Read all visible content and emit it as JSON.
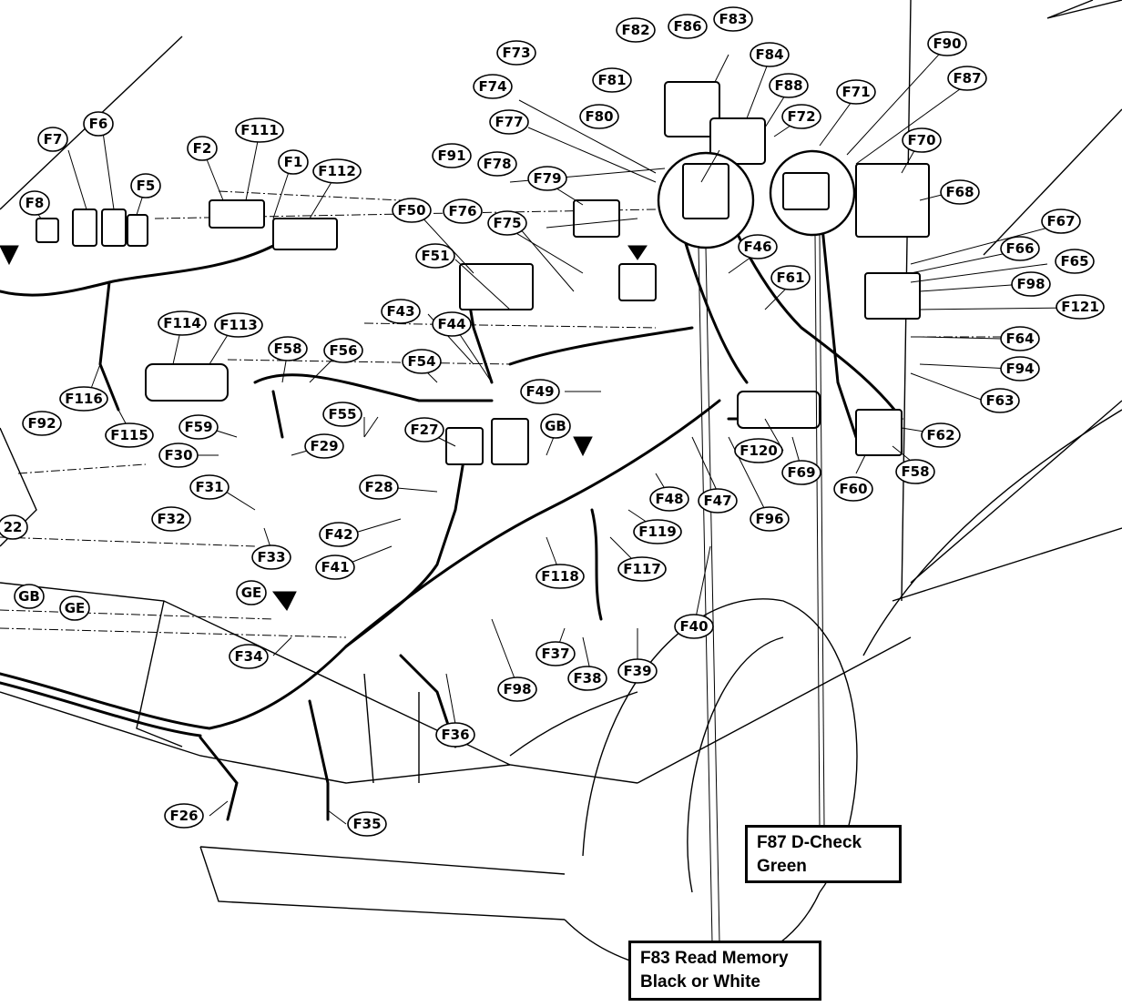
{
  "labels": {
    "F7": "F7",
    "F6": "F6",
    "F5": "F5",
    "F8": "F8",
    "F2": "F2",
    "F111": "F111",
    "F1": "F1",
    "F112": "F112",
    "F114": "F114",
    "F113": "F113",
    "F58": "F58",
    "F56": "F56",
    "F54": "F54",
    "F55": "F55",
    "F59": "F59",
    "F29": "F29",
    "F27": "F27",
    "F30": "F30",
    "F31": "F31",
    "F116": "F116",
    "F115": "F115",
    "F92": "F92",
    "F28": "F28",
    "F32": "F32",
    "F33": "F33",
    "F41": "F41",
    "F42": "F42",
    "F34": "F34",
    "F36": "F36",
    "F35": "F35",
    "F26": "F26",
    "F98a": "F98",
    "F37": "F37",
    "F38": "F38",
    "F39": "F39",
    "F40": "F40",
    "F118": "F118",
    "F117": "F117",
    "F119": "F119",
    "F48": "F48",
    "F47": "F47",
    "F96": "F96",
    "F120": "F120",
    "F69": "F69",
    "F60": "F60",
    "F58b": "F58",
    "F62": "F62",
    "F63": "F63",
    "F94": "F94",
    "F64": "F64",
    "F121": "F121",
    "F98b": "F98",
    "F65": "F65",
    "F66": "F66",
    "F67": "F67",
    "F68": "F68",
    "F70": "F70",
    "F87": "F87",
    "F90": "F90",
    "F71": "F71",
    "F72": "F72",
    "F88": "F88",
    "F84": "F84",
    "F83": "F83",
    "F86": "F86",
    "F82": "F82",
    "F81": "F81",
    "F80": "F80",
    "F73": "F73",
    "F74": "F74",
    "F77": "F77",
    "F78": "F78",
    "F79": "F79",
    "F91": "F91",
    "F76": "F76",
    "F75": "F75",
    "F50": "F50",
    "F51": "F51",
    "F43": "F43",
    "F44": "F44",
    "F46": "F46",
    "F61": "F61",
    "F49": "F49",
    "GB": "GB",
    "GB2": "GB",
    "GE": "GE",
    "GE2": "GE",
    "F22": "22"
  },
  "callouts": {
    "d_check": {
      "line1": "F87 D-Check",
      "line2": "Green"
    },
    "read_memory": {
      "line1": "F83 Read Memory",
      "line2": "Black or White"
    }
  }
}
